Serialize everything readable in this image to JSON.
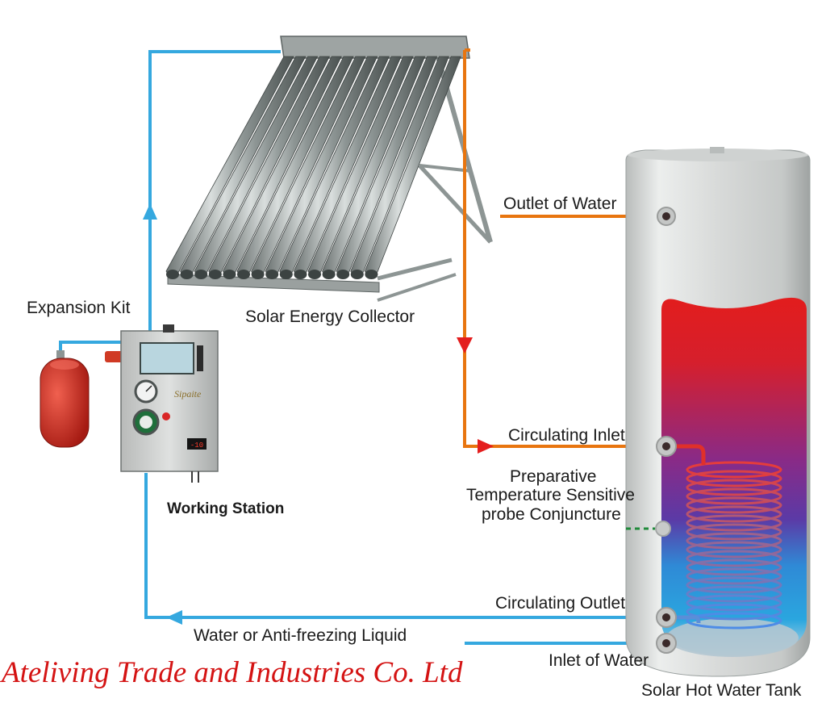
{
  "labels": {
    "expansion_kit": "Expansion Kit",
    "solar_collector": "Solar Energy Collector",
    "working_station": "Working Station",
    "outlet_of_water": "Outlet of Water",
    "circulating_inlet": "Circulating Inlet",
    "sensor_probe_line1": "Preparative",
    "sensor_probe_line2": "Temperature Sensitive",
    "sensor_probe_line3": "probe Conjuncture",
    "circulating_outlet": "Circulating Outlet",
    "water_or_antifreeze": "Water or Anti-freezing Liquid",
    "inlet_of_water": "Inlet of Water",
    "solar_hot_water_tank": "Solar Hot Water Tank"
  },
  "station": {
    "brand_mark": "Sipaite",
    "display_value": "-10"
  },
  "company": {
    "name": "Ateliving Trade and Industries Co. Ltd"
  },
  "colors": {
    "cold_pipe": "#35a8df",
    "hot_pipe": "#e8750f",
    "arrow_red": "#e41e1e",
    "tank_body": "#dcdedd",
    "tank_hot": "#e02020",
    "tank_mid": "#7a2c8e",
    "tank_cold": "#2aa6df",
    "sensor_line": "#1f8a3a",
    "company_text": "#d41313"
  }
}
